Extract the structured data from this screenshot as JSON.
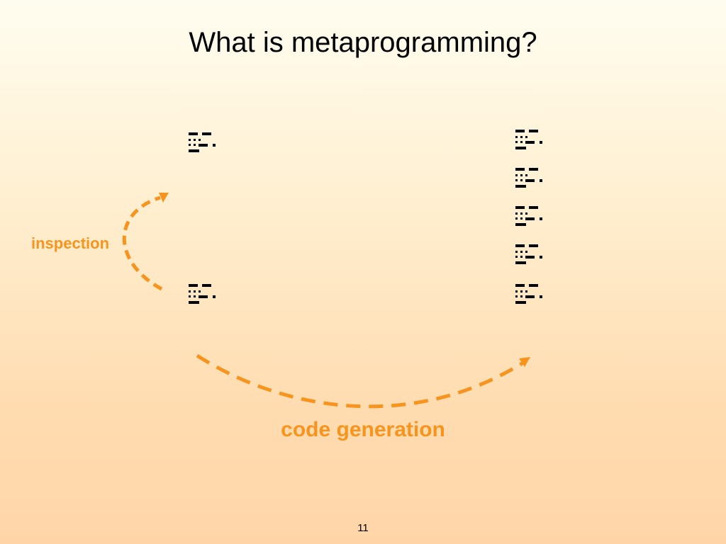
{
  "slide": {
    "title": "What is metaprogramming?",
    "page_number": "11"
  },
  "diagram": {
    "arrows": [
      {
        "name": "inspection-arrow",
        "label": "inspection"
      },
      {
        "name": "code-generation-arrow",
        "label": "code generation"
      }
    ],
    "program_groups": [
      {
        "name": "program-top-left",
        "count": 1
      },
      {
        "name": "program-bottom-left",
        "count": 1
      },
      {
        "name": "program-stack-right",
        "count": 5
      }
    ]
  },
  "colors": {
    "accent": "#f7941d",
    "glyph": "#000000"
  }
}
